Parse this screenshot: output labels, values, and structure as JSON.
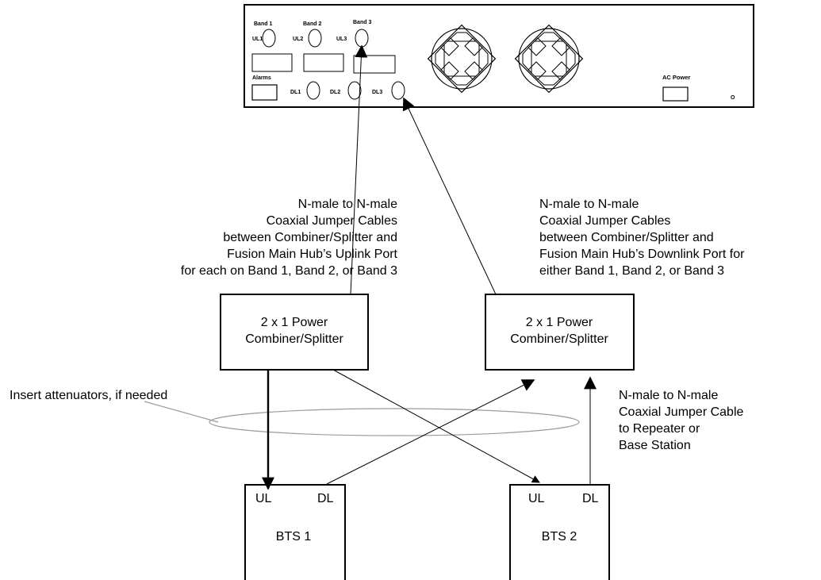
{
  "hub": {
    "band1": "Band 1",
    "band2": "Band 2",
    "band3": "Band 3",
    "ul1": "UL1",
    "ul2": "UL2",
    "ul3": "UL3",
    "dl1": "DL1",
    "dl2": "DL2",
    "dl3": "DL3",
    "alarms": "Alarms",
    "ac_power": "AC Power",
    "power_switch": "O"
  },
  "uplink_cable_note": [
    "N-male to N-male",
    "Coaxial Jumper Cables",
    "between Combiner/Splitter and",
    "Fusion Main Hub’s Uplink Port",
    "for each on Band 1, Band 2, or Band 3"
  ],
  "downlink_cable_note": [
    "N-male to N-male",
    "Coaxial Jumper Cables",
    "between Combiner/Splitter and",
    "Fusion Main Hub’s Downlink Port for",
    "either Band 1, Band 2, or Band 3"
  ],
  "combiner_left": [
    "2 x 1 Power",
    "Combiner/Splitter"
  ],
  "combiner_right": [
    "2 x 1 Power",
    "Combiner/Splitter"
  ],
  "attenuator_note": "Insert attenuators, if needed",
  "bts_cable_note": [
    "N-male to N-male",
    "Coaxial Jumper Cable",
    "to Repeater or",
    "Base Station"
  ],
  "bts1": {
    "ul": "UL",
    "dl": "DL",
    "name": "BTS 1"
  },
  "bts2": {
    "ul": "UL",
    "dl": "DL",
    "name": "BTS 2"
  }
}
